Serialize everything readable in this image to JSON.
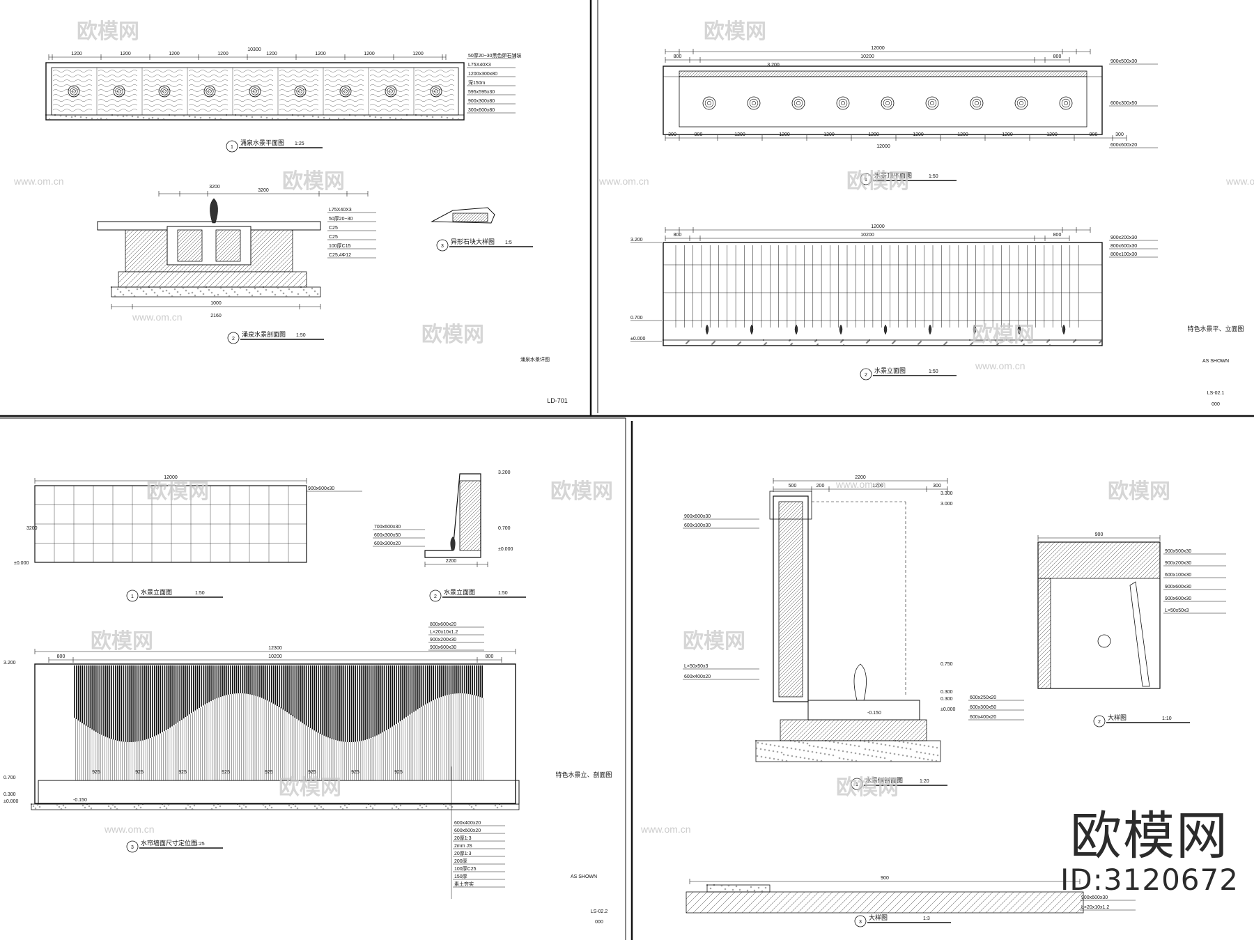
{
  "watermark": {
    "brand": "欧模网",
    "url": "www.om.cn"
  },
  "brand_mark": {
    "logo": "欧模网",
    "id": "ID:3120672"
  },
  "sheets": {
    "tl": {
      "sheet_no": "LD-701",
      "plan_title": "涌泉水景平面图",
      "plan_idx": "1",
      "plan_scale": "1:25",
      "section_title": "涌泉水景剖面图",
      "section_idx": "2",
      "section_scale": "1:50",
      "detail_title": "异形石块大样图",
      "detail_idx": "3",
      "detail_scale": "1:5",
      "dim_overall": "10300",
      "dim_section": "3200",
      "dim_section_b": "1000",
      "dim_section_c": "2160",
      "notes": [
        "50厚20~30黑色卵石铺装",
        "L75X40X3",
        "1200x300x80",
        "深150m",
        "595x595x30",
        "900x300x80",
        "300x600x80"
      ],
      "section_notes": [
        "L75X40X3",
        "50厚20~30",
        "C25",
        "C25",
        "100厚C15",
        "C25,4Φ12"
      ],
      "corner_label": "涌泉水景详图"
    },
    "tr": {
      "sheet_no": "LS-02.1",
      "sheet_sub": "000",
      "scale": "AS SHOWN",
      "sheet_title": "特色水景平、立面图",
      "plan_title": "水景顶平面图",
      "plan_idx": "1",
      "plan_scale": "1:50",
      "elev_title": "水景立面图",
      "elev_idx": "2",
      "elev_scale": "1:50",
      "dim_overall": "12000",
      "dim_inner": "10200",
      "dims_bottom": [
        "300",
        "900",
        "1200",
        "1200",
        "1200",
        "1200",
        "1200",
        "1200",
        "1200",
        "1200",
        "900",
        "300"
      ],
      "levels": [
        "3.200",
        "0.700",
        "±0.000"
      ],
      "notes": [
        "900x500x30",
        "600x300x50",
        "600x600x20",
        "900x200x30",
        "800x600x30",
        "800x100x30"
      ]
    },
    "bl": {
      "sheet_no": "LS-02.2",
      "sheet_sub": "000",
      "scale": "AS SHOWN",
      "sheet_title": "特色水景立、剖面图",
      "elev_title": "水景立面图",
      "elev_idx": "1",
      "elev_scale": "1:50",
      "section_title": "水景立面图",
      "section_idx": "2",
      "section_scale": "1:50",
      "wall_title": "水帘墙面尺寸定位图",
      "wall_idx": "3",
      "wall_scale": "1:25",
      "dim_elev": "12000",
      "dim_wall": "12300",
      "dim_wall_inner": "10200",
      "dim_height": "3200",
      "dim_side": "2200",
      "levels": [
        "3.200",
        "0.700",
        "0.300",
        "±0.000",
        "-0.150"
      ],
      "notes": [
        "800x600x20",
        "L×20x10x1.2",
        "900x200x30",
        "900x600x30",
        "700x600x30",
        "600x300x50",
        "600x300x20"
      ],
      "section_notes": [
        "600x400x20",
        "600x600x20",
        "20厚1:3",
        "2mm JS",
        "20厚1:3",
        "200厚",
        "100厚C25",
        "150厚",
        "素土夯实"
      ],
      "spacing": "925"
    },
    "br": {
      "section_title": "水景侧剖面图",
      "section_idx": "1",
      "section_scale": "1:20",
      "detail2_title": "大样图",
      "detail2_idx": "2",
      "detail2_scale": "1:10",
      "detail3_title": "大样图",
      "detail3_idx": "3",
      "detail3_scale": "1:3",
      "dims_top": [
        "500",
        "200",
        "1200",
        "300"
      ],
      "dim_overall": "2200",
      "dim_detail2": "900",
      "dim_detail3": "900",
      "levels": [
        "3.300",
        "3.000",
        "0.750",
        "0.300",
        "0.300",
        "±0.000",
        "-0.150"
      ],
      "notes": [
        "900x600x30",
        "600x100x30",
        "L×50x50x3",
        "600x400x20",
        "600x250x20",
        "600x300x50",
        "600x400x20"
      ],
      "detail_notes": [
        "900x500x30",
        "900x200x30",
        "600x100x30",
        "900x600x30",
        "900x600x30",
        "L×50x50x3"
      ],
      "detail3_notes": [
        "900x600x30",
        "L×20x10x1.2"
      ]
    }
  }
}
